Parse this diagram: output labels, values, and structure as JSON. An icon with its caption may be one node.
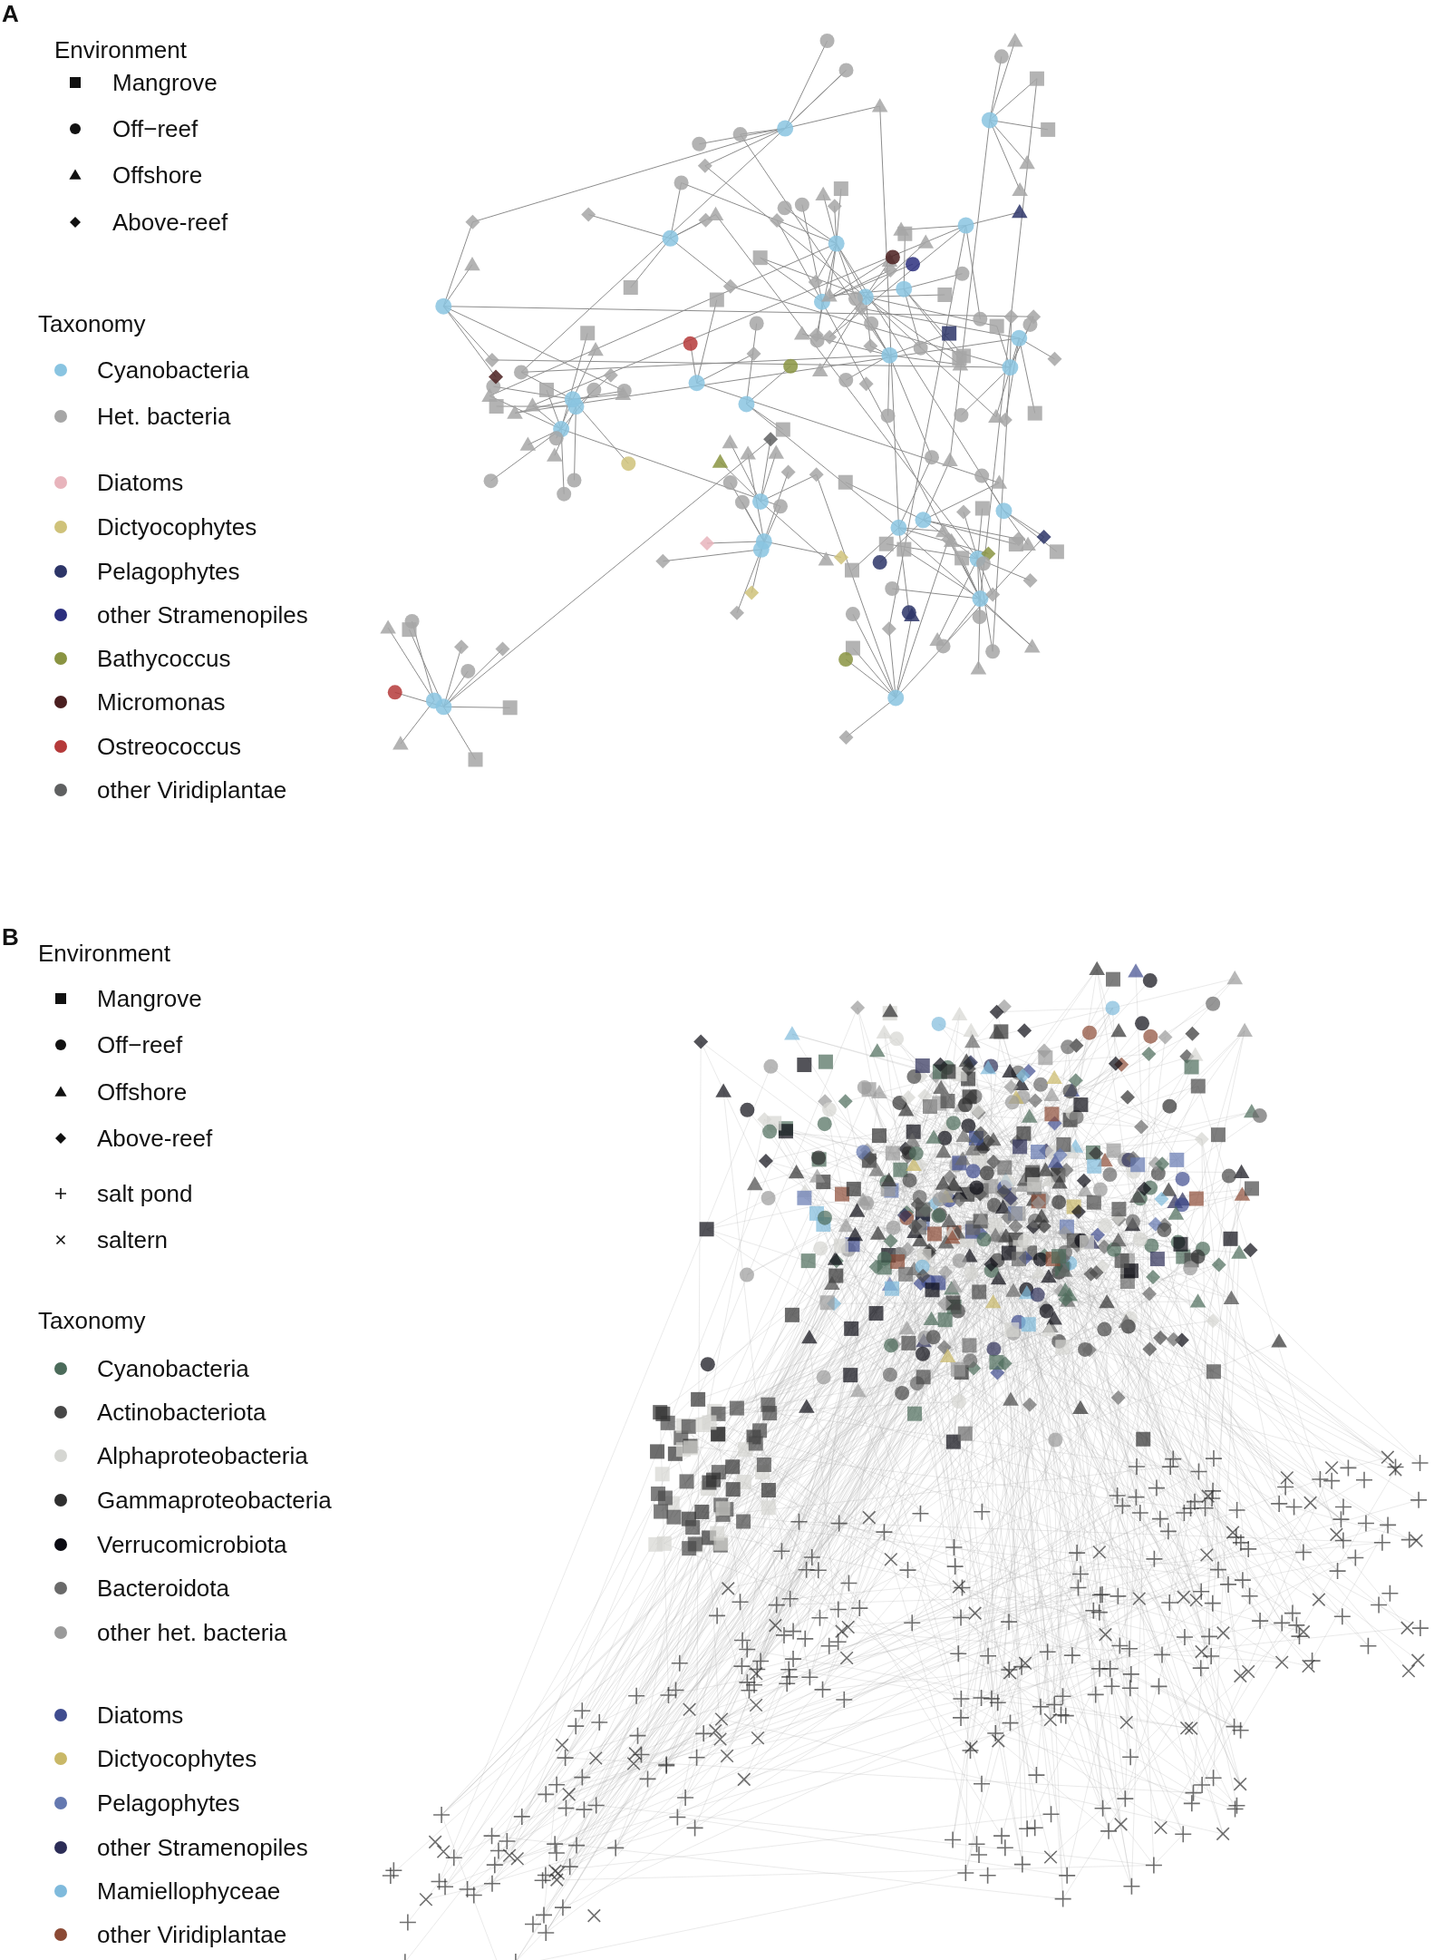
{
  "diagram": {
    "labels": [
      "A",
      "Environment",
      "Taxonomy",
      "B",
      "Environment",
      "Taxonomy"
    ],
    "legend": [
      {
        "text": "Mangrove"
      },
      {
        "text": "Off−reef"
      },
      {
        "text": "Offshore"
      },
      {
        "text": "Above-reef"
      },
      {
        "text": "Cyanobacteria",
        "color": "#89c4e1"
      },
      {
        "text": "Het. bacteria",
        "color": "#a6a6a6"
      },
      {
        "text": "Diatoms",
        "color": "#e8b4bc"
      },
      {
        "text": "Dictyocophytes",
        "color": "#cfc27a"
      },
      {
        "text": "Pelagophytes",
        "color": "#2d3568"
      },
      {
        "text": "other Stramenopiles",
        "color": "#2b2f7e"
      },
      {
        "text": "Bathycoccus",
        "color": "#8a9442"
      },
      {
        "text": "Micromonas",
        "color": "#4a1e1f"
      },
      {
        "text": "Ostreococcus",
        "color": "#b53a3a"
      },
      {
        "text": "other Viridiplantae",
        "color": "#5f6061"
      },
      {
        "text": "Mangrove"
      },
      {
        "text": "Off−reef"
      },
      {
        "text": "Offshore"
      },
      {
        "text": "Above-reef"
      },
      {
        "text": "salt pond"
      },
      {
        "text": "saltern"
      },
      {
        "text": "Cyanobacteria",
        "color": "#4b6b5a"
      },
      {
        "text": "Actinobacteriota",
        "color": "#474747"
      },
      {
        "text": "Alphaproteobacteria",
        "color": "#d5d6d2"
      },
      {
        "text": "Gammaproteobacteria",
        "color": "#2f2f2f"
      },
      {
        "text": "Verrucomicrobiota",
        "color": "#0a0a12"
      },
      {
        "text": "Bacteroidota",
        "color": "#6a6a6a"
      },
      {
        "text": "other het. bacteria",
        "color": "#9a9a9a"
      },
      {
        "text": "Diatoms",
        "color": "#3f4c8f"
      },
      {
        "text": "Dictyocophytes",
        "color": "#c9b867"
      },
      {
        "text": "Pelagophytes",
        "color": "#6478b0"
      },
      {
        "text": "other Stramenopiles",
        "color": "#2c2d57"
      },
      {
        "text": "Mamiellophyceae",
        "color": "#7fbadc"
      },
      {
        "text": "other Viridiplantae",
        "color": "#8b4a35"
      }
    ]
  }
}
